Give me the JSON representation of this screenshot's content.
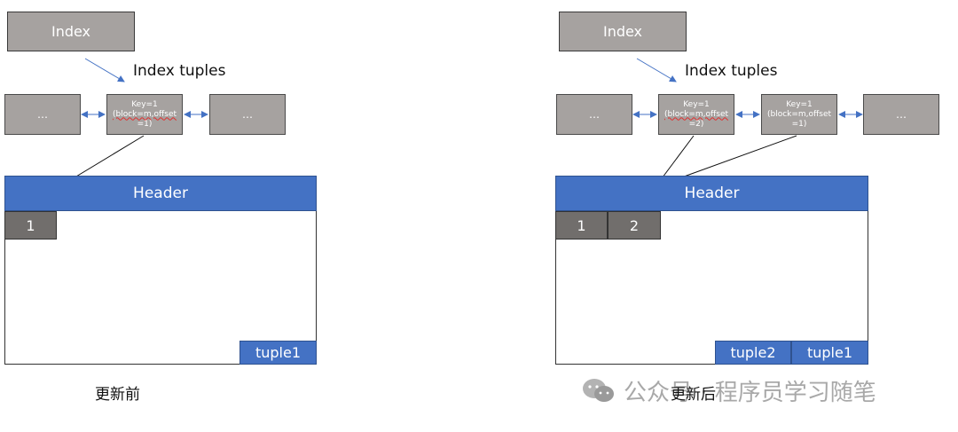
{
  "before": {
    "index_label": "Index",
    "index_tuples_label": "Index tuples",
    "tuple_left_label": "…",
    "tuple_right_label": "…",
    "key_tuple": {
      "line1": "Key=1",
      "line2": "(block=m,offset",
      "line3": "=1)"
    },
    "header_label": "Header",
    "slot1_label": "1",
    "tuple1_label": "tuple1",
    "caption": "更新前"
  },
  "after": {
    "index_label": "Index",
    "index_tuples_label": "Index tuples",
    "tuple_left_label": "…",
    "tuple_right_label": "…",
    "key_tuple_new": {
      "line1": "Key=1",
      "line2": "(block=m,offset",
      "line3": "=2)"
    },
    "key_tuple_old": {
      "line1": "Key=1",
      "line2": "(block=m,offset",
      "line3": "=1)"
    },
    "header_label": "Header",
    "slot1_label": "1",
    "slot2_label": "2",
    "tuple2_label": "tuple2",
    "tuple1_label": "tuple1",
    "caption": "更新后"
  },
  "watermark": {
    "text": "公众号 · 程序员学习随笔",
    "icon": "wechat-icon"
  },
  "colors": {
    "index_gray": "#a6a2a0",
    "slot_gray": "#716e6c",
    "header_blue": "#4472c4",
    "arrow_blue": "#4472c4"
  }
}
